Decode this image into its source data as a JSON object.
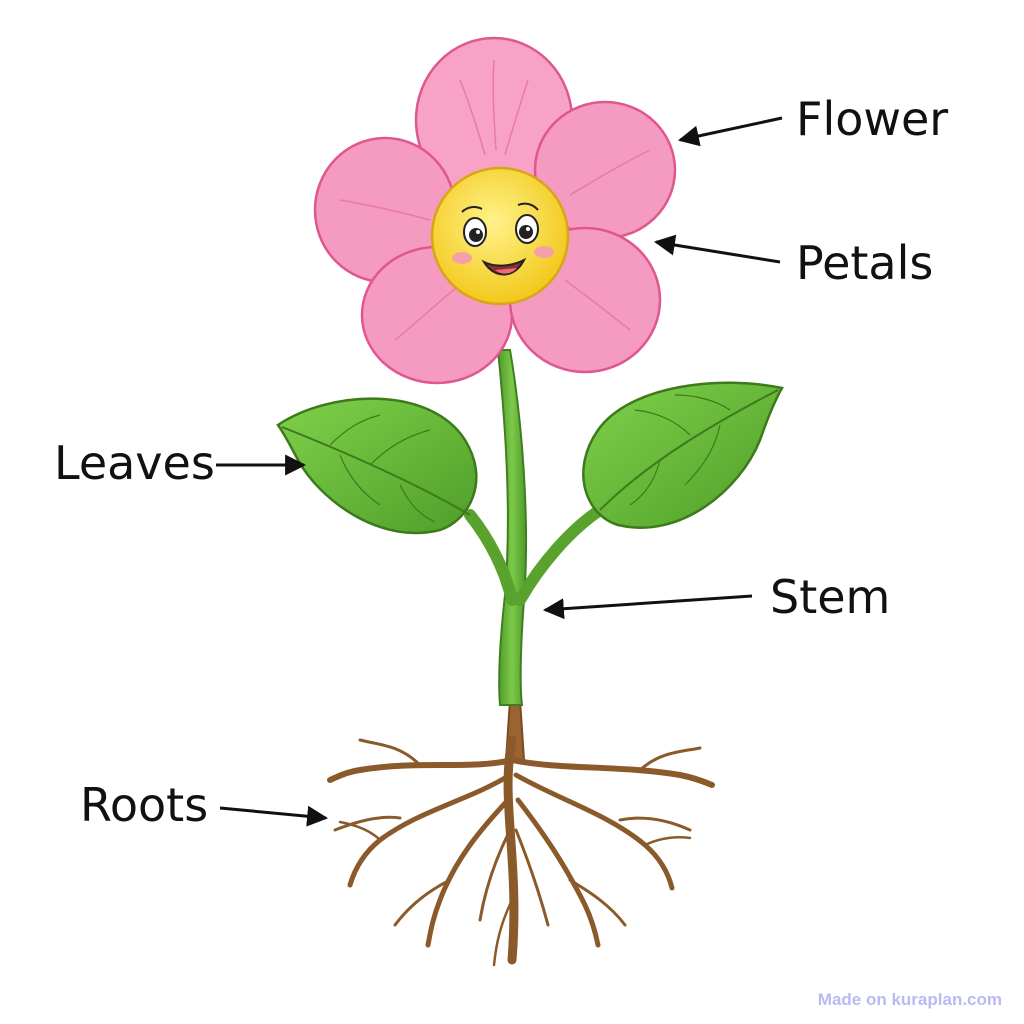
{
  "labels": {
    "flower": "Flower",
    "petals": "Petals",
    "leaves": "Leaves",
    "stem": "Stem",
    "roots": "Roots"
  },
  "watermark": "Made on kuraplan.com",
  "colors": {
    "petal": "#f59ac0",
    "petal_edge": "#e0578f",
    "center": "#f7dc3a",
    "leaf": "#6cbf3a",
    "stem": "#66b035",
    "root": "#8b5a2b",
    "arrow": "#111111"
  }
}
